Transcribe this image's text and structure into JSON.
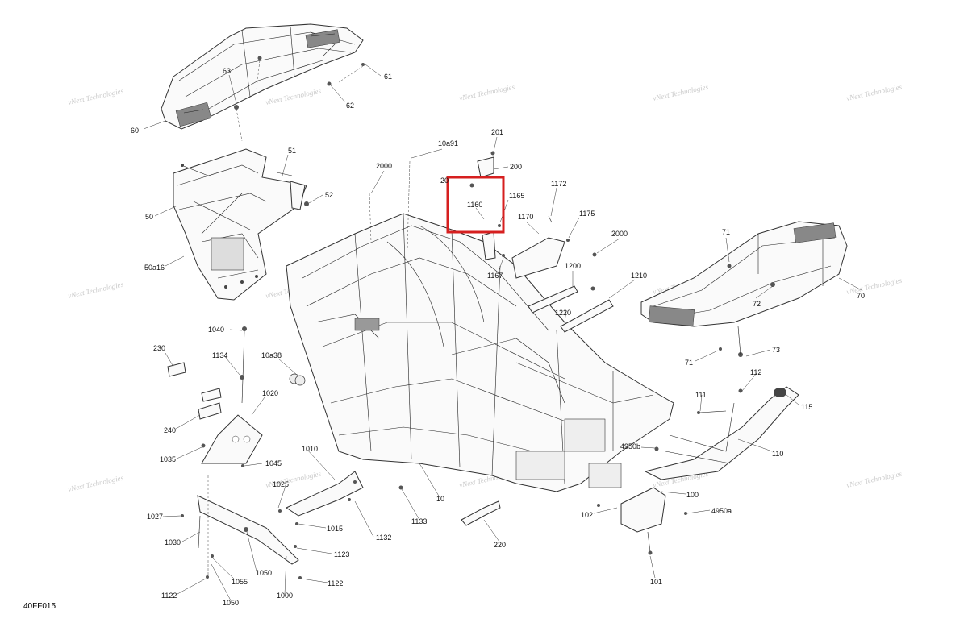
{
  "diagram": {
    "code": "40FF015",
    "watermark": "vNext Technologies",
    "highlight_color": "#d61f1f",
    "highlighted_part": "1160",
    "parts": [
      {
        "id": "p60",
        "label": "60"
      },
      {
        "id": "p63",
        "label": "63"
      },
      {
        "id": "p61",
        "label": "61"
      },
      {
        "id": "p62",
        "label": "62"
      },
      {
        "id": "p51",
        "label": "51"
      },
      {
        "id": "p52",
        "label": "52"
      },
      {
        "id": "p50",
        "label": "50"
      },
      {
        "id": "p50a16",
        "label": "50a16"
      },
      {
        "id": "p201",
        "label": "201"
      },
      {
        "id": "p200",
        "label": "200"
      },
      {
        "id": "p20x",
        "label": "20"
      },
      {
        "id": "p10a91",
        "label": "10a91"
      },
      {
        "id": "p2000a",
        "label": "2000"
      },
      {
        "id": "p1160",
        "label": "1160"
      },
      {
        "id": "p1165",
        "label": "1165"
      },
      {
        "id": "p1170",
        "label": "1170"
      },
      {
        "id": "p1172",
        "label": "1172"
      },
      {
        "id": "p1175",
        "label": "1175"
      },
      {
        "id": "p2000b",
        "label": "2000"
      },
      {
        "id": "p1167",
        "label": "1167"
      },
      {
        "id": "p1200",
        "label": "1200"
      },
      {
        "id": "p1210",
        "label": "1210"
      },
      {
        "id": "p1220",
        "label": "1220"
      },
      {
        "id": "p71a",
        "label": "71"
      },
      {
        "id": "p70",
        "label": "70"
      },
      {
        "id": "p72",
        "label": "72"
      },
      {
        "id": "p71b",
        "label": "71"
      },
      {
        "id": "p73",
        "label": "73"
      },
      {
        "id": "p1040",
        "label": "1040"
      },
      {
        "id": "p230",
        "label": "230"
      },
      {
        "id": "p1134",
        "label": "1134"
      },
      {
        "id": "p10a38",
        "label": "10a38"
      },
      {
        "id": "p1020",
        "label": "1020"
      },
      {
        "id": "p240",
        "label": "240"
      },
      {
        "id": "p1035",
        "label": "1035"
      },
      {
        "id": "p1045",
        "label": "1045"
      },
      {
        "id": "p1010",
        "label": "1010"
      },
      {
        "id": "p1025",
        "label": "1025"
      },
      {
        "id": "p1027",
        "label": "1027"
      },
      {
        "id": "p1030",
        "label": "1030"
      },
      {
        "id": "p1015",
        "label": "1015"
      },
      {
        "id": "p1132",
        "label": "1132"
      },
      {
        "id": "p1133",
        "label": "1133"
      },
      {
        "id": "p10",
        "label": "10"
      },
      {
        "id": "p1123",
        "label": "1123"
      },
      {
        "id": "p1050a",
        "label": "1050"
      },
      {
        "id": "p1055",
        "label": "1055"
      },
      {
        "id": "p1122a",
        "label": "1122"
      },
      {
        "id": "p1050b",
        "label": "1050"
      },
      {
        "id": "p1000",
        "label": "1000"
      },
      {
        "id": "p1122b",
        "label": "1122"
      },
      {
        "id": "p220",
        "label": "220"
      },
      {
        "id": "p112",
        "label": "112"
      },
      {
        "id": "p111",
        "label": "111"
      },
      {
        "id": "p115",
        "label": "115"
      },
      {
        "id": "p4950b",
        "label": "4950b"
      },
      {
        "id": "p110",
        "label": "110"
      },
      {
        "id": "p100",
        "label": "100"
      },
      {
        "id": "p102",
        "label": "102"
      },
      {
        "id": "p4950a",
        "label": "4950a"
      },
      {
        "id": "p101",
        "label": "101"
      }
    ]
  }
}
